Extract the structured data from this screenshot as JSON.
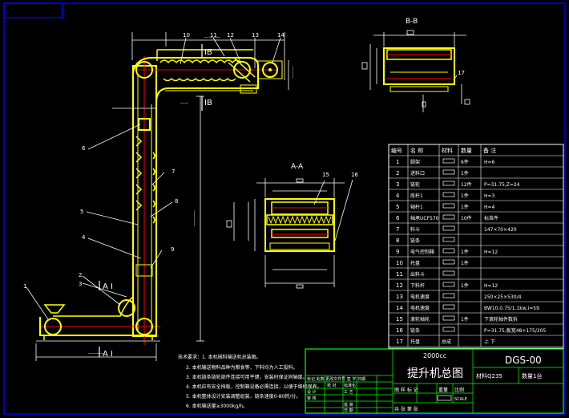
{
  "views": {
    "section_bb": "B-B",
    "section_aa": "A-A",
    "label_ib_top": "IB",
    "label_ib_side": "IB",
    "label_ai_upper": "A I",
    "label_ai_lower": "A I"
  },
  "callouts_main": [
    "1",
    "2",
    "3",
    "4",
    "5",
    "6",
    "7",
    "8",
    "9",
    "10",
    "11",
    "12",
    "13",
    "14"
  ],
  "callouts_sections": [
    "15",
    "16",
    "17"
  ],
  "parts_table": {
    "headers": [
      "编号",
      "名 称",
      "材料",
      "数量",
      "备 注"
    ],
    "rows": [
      {
        "no": "1",
        "name": "脚架",
        "material": "",
        "qty": "6件",
        "note": "H=6"
      },
      {
        "no": "2",
        "name": "进料口",
        "material": "",
        "qty": "1件",
        "note": ""
      },
      {
        "no": "3",
        "name": "链轮",
        "material": "",
        "qty": "12件",
        "note": "P=31.75,Z=24"
      },
      {
        "no": "4",
        "name": "底杆1",
        "material": "",
        "qty": "1件",
        "note": "H=3"
      },
      {
        "no": "5",
        "name": "轴杆1",
        "material": "",
        "qty": "1件",
        "note": "H=4"
      },
      {
        "no": "6",
        "name": "轴承UCF570",
        "material": "",
        "qty": "10件",
        "note": "标准件"
      },
      {
        "no": "7",
        "name": "料斗",
        "material": "",
        "qty": "",
        "note": "147×70×420"
      },
      {
        "no": "8",
        "name": "链条",
        "material": "",
        "qty": "",
        "note": ""
      },
      {
        "no": "9",
        "name": "电气控制箱",
        "material": "",
        "qty": "1件",
        "note": "H=12"
      },
      {
        "no": "10",
        "name": "托盘",
        "material": "",
        "qty": "1件",
        "note": ""
      },
      {
        "no": "11",
        "name": "出料斗",
        "material": "",
        "qty": "",
        "note": ""
      },
      {
        "no": "12",
        "name": "下料杆",
        "material": "",
        "qty": "1件",
        "note": "H=12"
      },
      {
        "no": "13",
        "name": "电机速度",
        "material": "",
        "qty": "",
        "note": "250×25×530/4"
      },
      {
        "no": "14",
        "name": "电机速度",
        "material": "",
        "qty": "",
        "note": "BW10.0.75/1.1kw,i=59"
      },
      {
        "no": "15",
        "name": "滚轮轴轮",
        "material": "",
        "qty": "1件",
        "note": "下滚轮轴件数拆"
      },
      {
        "no": "16",
        "name": "链条",
        "material": "",
        "qty": "",
        "note": "P=31.75,板宽48+175/205"
      },
      {
        "no": "17",
        "name": "托盘",
        "material": "总成",
        "qty": "",
        "note": "上 下"
      }
    ]
  },
  "notes": {
    "heading": "技术要求：1. 本机械料输送机总装图。",
    "items": [
      "2. 本机输送物料品种为粮食等，下料均为人工投料。",
      "3. 本机链条链轮部件连接可用平键，安装时保证同轴度。",
      "4. 本机应有安全挡板，控制箱设备必需连接，以便于维修保养。",
      "5. 本机整体设计安装调整组装，链条速度0-80转/分。",
      "6. 本机输送量≥3000kg/h。"
    ]
  },
  "title_block": {
    "capacity": "2000cc",
    "title": "提升机总图",
    "drawing_no": "DGS-00",
    "material_code": "材料Q235",
    "quantity": "数量1台",
    "scale_label": "SCALE",
    "weight_label": "重量",
    "ratio_label": "比例",
    "sheet_label": "图 样 标 记",
    "mark_row": "标记 处数 更改文件号 签 字 日期",
    "design": "设 计",
    "check": "校 对",
    "standard": "标准化",
    "review": "审 核",
    "craft": "工 艺",
    "approve": "批 准",
    "date": "日 期",
    "sheets": "共  张   第  张"
  },
  "colors": {
    "background": "#000000",
    "frame": "#0000ff",
    "machine": "#ffff00",
    "centerline": "#ff0000",
    "text": "#ffffff",
    "table": "#00ff00",
    "accent": "#ff00ff"
  }
}
